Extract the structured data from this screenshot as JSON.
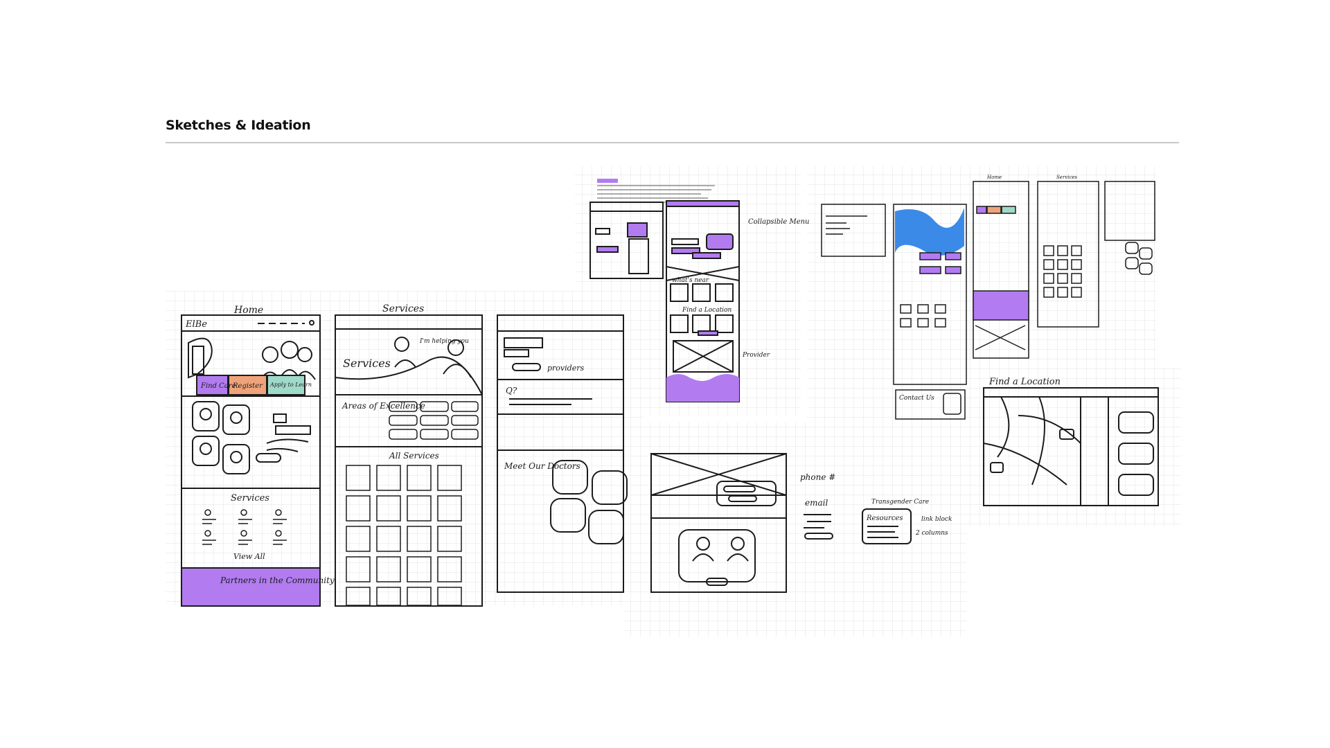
{
  "page": {
    "title": "Sketches & Ideation"
  },
  "home_sketch": {
    "heading": "Home",
    "logo": "ElBe",
    "cta_find_care": "Find Care",
    "cta_register": "Register",
    "cta_apply": "Apply to Learn",
    "services_heading": "Services",
    "view_all": "View All",
    "partners": "Partners in the Community"
  },
  "services_sketch": {
    "heading": "Services",
    "helping": "I'm helping you",
    "hero_title": "Services",
    "areas": "Areas of Excellence",
    "all_services": "All Services"
  },
  "provider_sketch": {
    "providers": "providers",
    "question": "Q?",
    "meet": "Meet Our Doctors"
  },
  "mobile_sketch": {
    "collapsible": "Collapsible Menu",
    "whats_near": "what's near",
    "find_location": "Find a Location",
    "provider": "Provider"
  },
  "contact_sketch": {
    "phone": "phone #",
    "email": "email",
    "resources": "Resources",
    "transgender": "Transgender Care",
    "link_block": "link block",
    "columns": "2 columns"
  },
  "location_sketch": {
    "heading": "Find a Location"
  },
  "wire_small": {
    "home_label": "Home",
    "services_label": "Services",
    "contact_us": "Contact Us"
  },
  "colors": {
    "purple": "#b27cf0",
    "blue": "#3b8ae8",
    "orange": "#f0a37a",
    "teal": "#9fd9c8",
    "grid": "#e3e3e3"
  }
}
